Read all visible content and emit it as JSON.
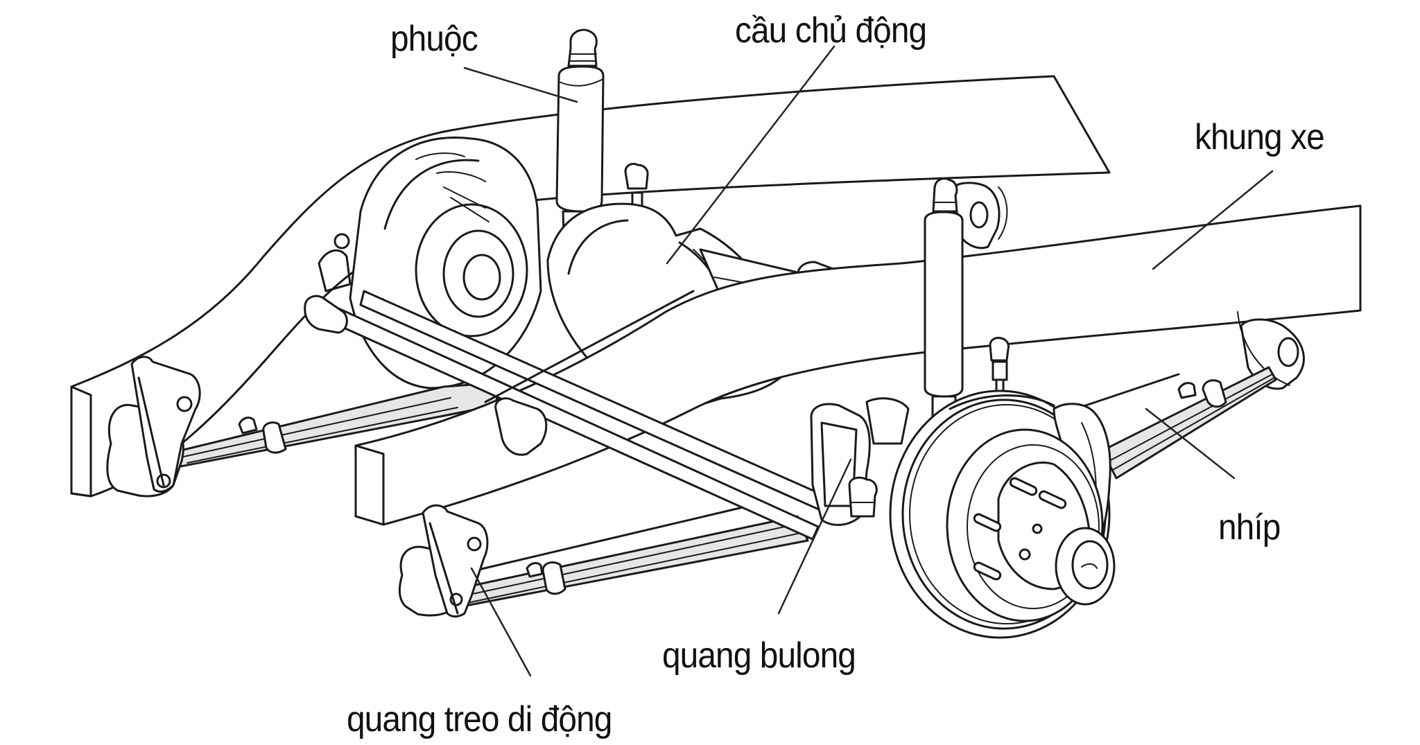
{
  "diagram": {
    "subject": "leaf spring rear suspension with drive axle",
    "labels": {
      "shock_absorber": "phuộc",
      "drive_axle": "cầu chủ động",
      "frame": "khung xe",
      "leaf_spring": "nhíp",
      "u_bolt": "quang bulong",
      "shackle": "quang treo di động"
    },
    "colors": {
      "background": "#ffffff",
      "ink": "#1a1a1a",
      "leaf_shade": "#e6e6e6"
    }
  }
}
